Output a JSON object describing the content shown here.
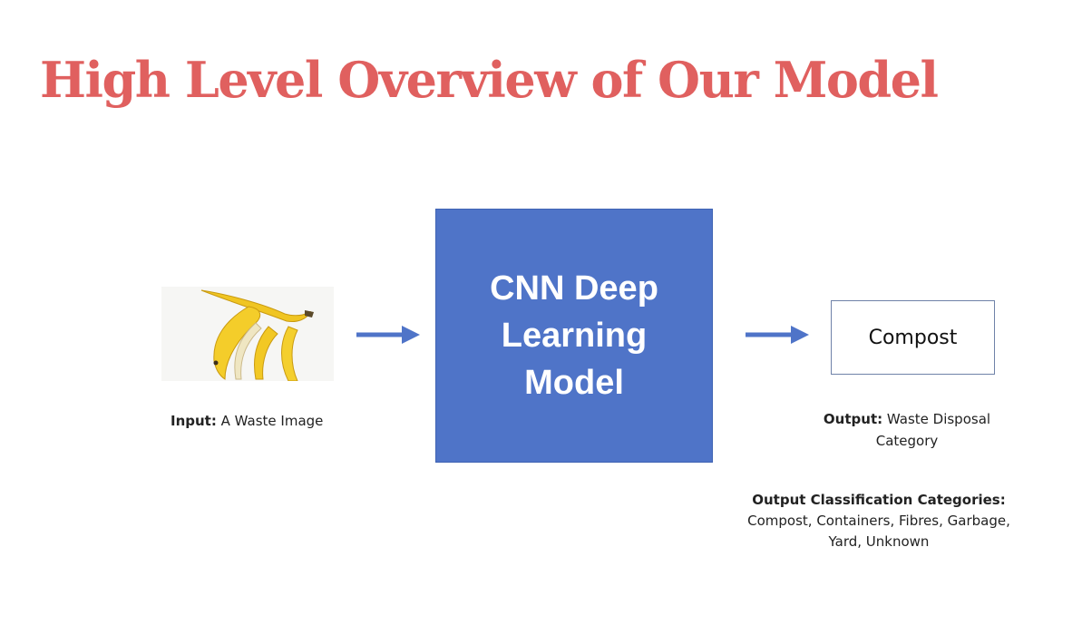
{
  "title": "High Level Overview of Our Model",
  "input": {
    "label": "Input:",
    "text": "A Waste Image",
    "image_icon": "banana-peel-icon"
  },
  "model": {
    "lines": [
      "CNN Deep",
      "Learning",
      "Model"
    ]
  },
  "output": {
    "value": "Compost",
    "label": "Output:",
    "text": "Waste Disposal Category"
  },
  "categories": {
    "label": "Output Classification Categories:",
    "text": "Compost, Containers, Fibres, Garbage, Yard, Unknown"
  },
  "colors": {
    "title": "#e0605f",
    "model_box": "#4f74c8",
    "arrow": "#4f74c8"
  }
}
